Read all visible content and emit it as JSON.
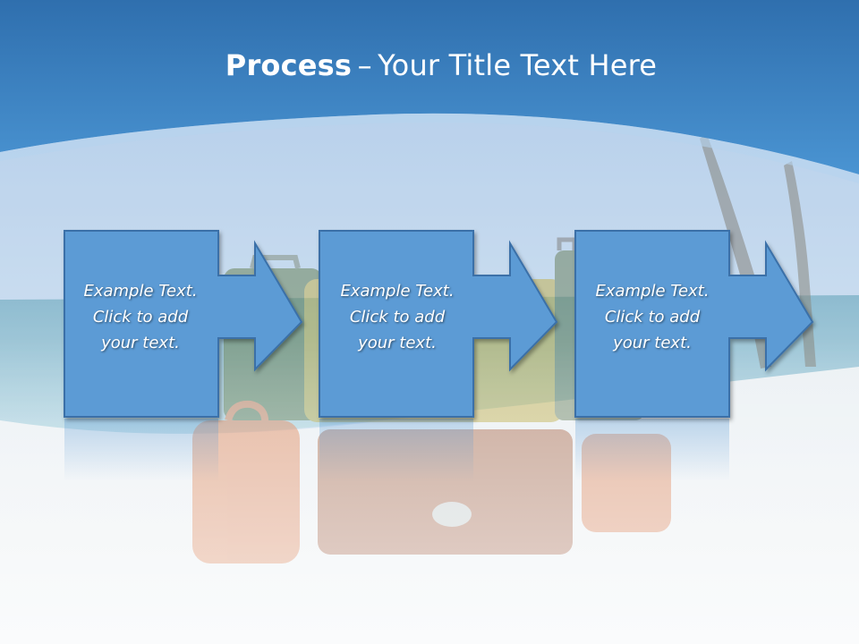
{
  "slide": {
    "title_bold": "Process",
    "title_separator": "–",
    "title_rest": "Your Title Text Here",
    "steps": [
      {
        "lines": [
          "Example Text.",
          "Click  to add",
          "your text."
        ]
      },
      {
        "lines": [
          "Example Text.",
          "Click  to add",
          "your text."
        ]
      },
      {
        "lines": [
          "Example Text.",
          "Click  to add",
          "your text."
        ]
      }
    ]
  },
  "colors": {
    "header_blue": "#3d87c9",
    "box_fill": "#5b9bd5",
    "box_stroke": "#3a70a8",
    "title_text": "#ffffff"
  }
}
